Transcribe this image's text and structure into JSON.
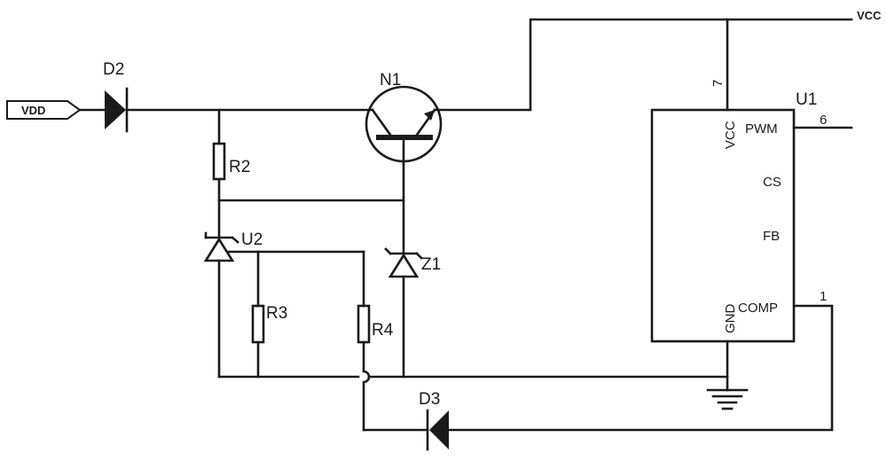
{
  "net_labels": {
    "vdd": "VDD",
    "vcc": "VCC"
  },
  "components": {
    "d2": "D2",
    "d3": "D3",
    "n1": "N1",
    "r2": "R2",
    "r3": "R3",
    "r4": "R4",
    "u2": "U2",
    "z1": "Z1",
    "u1": "U1"
  },
  "u1_pins": {
    "vcc": "VCC",
    "pwm": "PWM",
    "cs": "CS",
    "fb": "FB",
    "comp": "COMP",
    "gnd": "GND"
  },
  "pin_numbers": {
    "vcc": "7",
    "pwm": "6",
    "comp": "1"
  }
}
